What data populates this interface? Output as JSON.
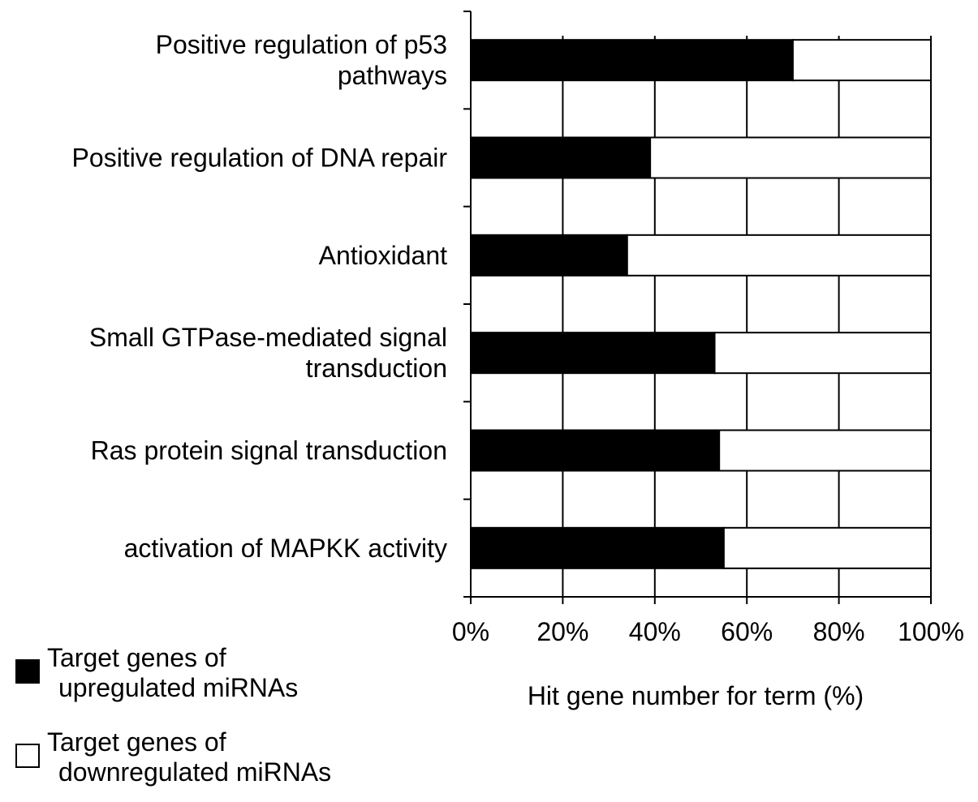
{
  "chart_data": {
    "type": "bar",
    "orientation": "horizontal",
    "stacked": true,
    "title": "",
    "xlabel": "Hit gene number for term (%)",
    "ylabel": "",
    "xlim": [
      0,
      100
    ],
    "x_ticks": [
      "0%",
      "20%",
      "40%",
      "60%",
      "80%",
      "100%"
    ],
    "x_tick_values": [
      0,
      20,
      40,
      60,
      80,
      100
    ],
    "grid": "vertical",
    "categories": [
      [
        "Positive regulation of p53",
        "pathways"
      ],
      [
        "Positive regulation of DNA repair"
      ],
      [
        "Antioxidant"
      ],
      [
        "Small GTPase-mediated signal",
        "transduction"
      ],
      [
        "Ras protein signal transduction"
      ],
      [
        "activation of MAPKK activity"
      ]
    ],
    "series": [
      {
        "name": [
          "Target genes of",
          "upregulated miRNAs"
        ],
        "color": "#000000",
        "values": [
          70,
          39,
          34,
          53,
          54,
          55
        ]
      },
      {
        "name": [
          "Target genes of",
          "downregulated miRNAs"
        ],
        "color": "#ffffff",
        "values": [
          30,
          61,
          66,
          47,
          46,
          45
        ]
      }
    ],
    "legend": "bottom-left"
  }
}
